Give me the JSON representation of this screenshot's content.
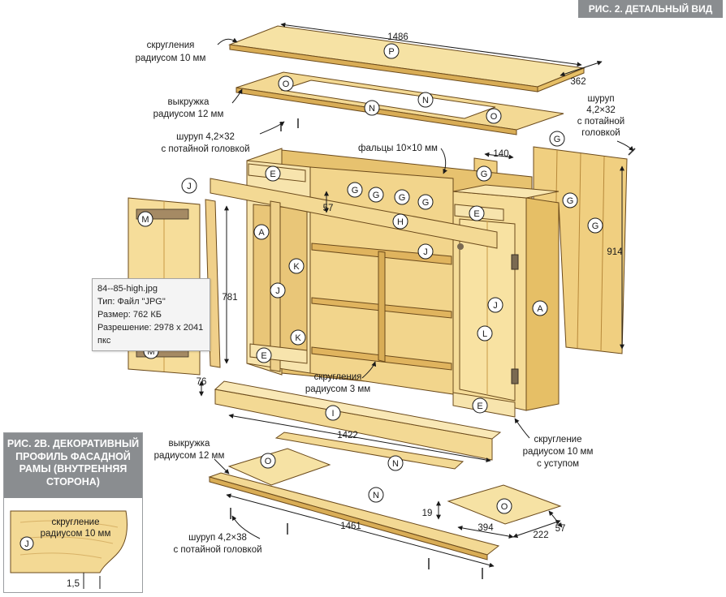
{
  "header": {
    "title": "РИС. 2. ДЕТАЛЬНЫЙ ВИД"
  },
  "inset": {
    "title_lines": [
      "РИС. 2В. ДЕКОРАТИВНЫЙ",
      "ПРОФИЛЬ ФАСАДНОЙ",
      "РАМЫ (ВНУТРЕННЯЯ",
      "СТОРОНА)"
    ],
    "note_lines": [
      "скругление",
      "радиусом 10 мм"
    ],
    "dimension": "1,5",
    "part_letter": "J"
  },
  "tooltip": {
    "lines": [
      "84--85-high.jpg",
      "Тип: Файл \"JPG\"",
      "Размер: 762 КБ",
      "Разрешение: 2978 x 2041",
      "пкс"
    ]
  },
  "notes": {
    "top_round": [
      "скругления",
      "радиусом 10 мм"
    ],
    "top_cove": [
      "выкружка",
      "радиусом 12 мм"
    ],
    "screw_left": [
      "шуруп 4,2×32",
      "с потайной головкой"
    ],
    "rabbets": "фальцы 10×10 мм",
    "screw_right": [
      "шуруп",
      "4,2×32",
      "с потайной",
      "головкой"
    ],
    "center_round": [
      "скругления",
      "радиусом 3 мм"
    ],
    "right_round": [
      "скругление",
      "радиусом 10 мм",
      "с уступом"
    ],
    "bottom_cove": [
      "выкружка",
      "радиусом 12 мм"
    ],
    "screw_bottom": [
      "шуруп 4,2×38",
      "с потайной головкой"
    ]
  },
  "dimensions": {
    "top_length": "1486",
    "top_depth": "362",
    "rabbet_width": "140",
    "back_height": "914",
    "rail_57": "57",
    "side_height": "781",
    "base_76": "76",
    "base_length": "1422",
    "bottom_length": "1461",
    "bottom_19": "19",
    "bottom_394": "394",
    "bottom_222": "222",
    "bottom_57": "57"
  },
  "parts": [
    "P",
    "O",
    "N",
    "G",
    "E",
    "J",
    "H",
    "A",
    "K",
    "M",
    "L",
    "I"
  ],
  "colors": {
    "wood_light": "#f6e2a4",
    "wood_mid": "#efcf7c",
    "wood_dark": "#d9ad56",
    "outline": "#6b4a1b",
    "header_bar": "#8a8d90"
  }
}
